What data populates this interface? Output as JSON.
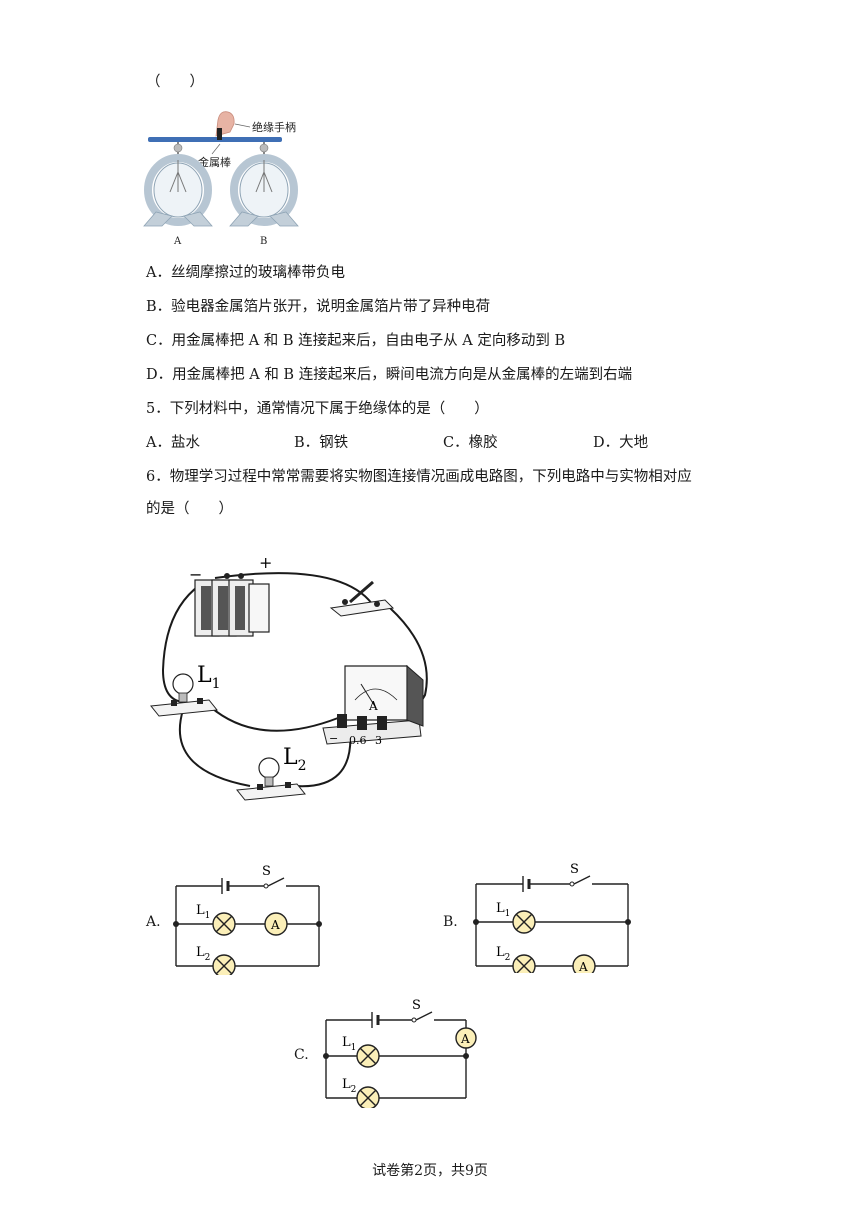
{
  "q4": {
    "paren": "（　　）",
    "figure": {
      "handle_label": "绝缘手柄",
      "rod_label": "金属棒",
      "left_label": "A",
      "right_label": "B"
    },
    "options": [
      "A．丝绸摩擦过的玻璃棒带负电",
      "B．验电器金属箔片张开，说明金属箔片带了异种电荷",
      "C．用金属棒把 A 和 B 连接起来后，自由电子从 A 定向移动到 B",
      "D．用金属棒把 A 和 B 连接起来后，瞬间电流方向是从金属棒的左端到右端"
    ]
  },
  "q5": {
    "stem": "5．下列材料中，通常情况下属于绝缘体的是（　　）",
    "options": [
      "A．盐水",
      "B．钢铁",
      "C．橡胶",
      "D．大地"
    ]
  },
  "q6": {
    "stem_line1": "6．物理学习过程中常常需要将实物图连接情况画成电路图，下列电路中与实物相对应",
    "stem_line2": "的是（　　）",
    "physical": {
      "minus": "−",
      "plus": "+",
      "l1": "L",
      "l1_sub": "1",
      "l2": "L",
      "l2_sub": "2",
      "meter_symbol": "A",
      "term_minus": "−",
      "term_06": "0.6",
      "term_3": "3"
    },
    "choices": [
      {
        "label": "A.",
        "switch": "S",
        "l1": "L",
        "l1_sub": "1",
        "l2": "L",
        "l2_sub": "2",
        "ammeter": "A"
      },
      {
        "label": "B.",
        "switch": "S",
        "l1": "L",
        "l1_sub": "1",
        "l2": "L",
        "l2_sub": "2",
        "ammeter": "A"
      },
      {
        "label": "C.",
        "switch": "S",
        "l1": "L",
        "l1_sub": "1",
        "l2": "L",
        "l2_sub": "2",
        "ammeter": "A"
      }
    ]
  },
  "footer": "试卷第2页，共9页"
}
